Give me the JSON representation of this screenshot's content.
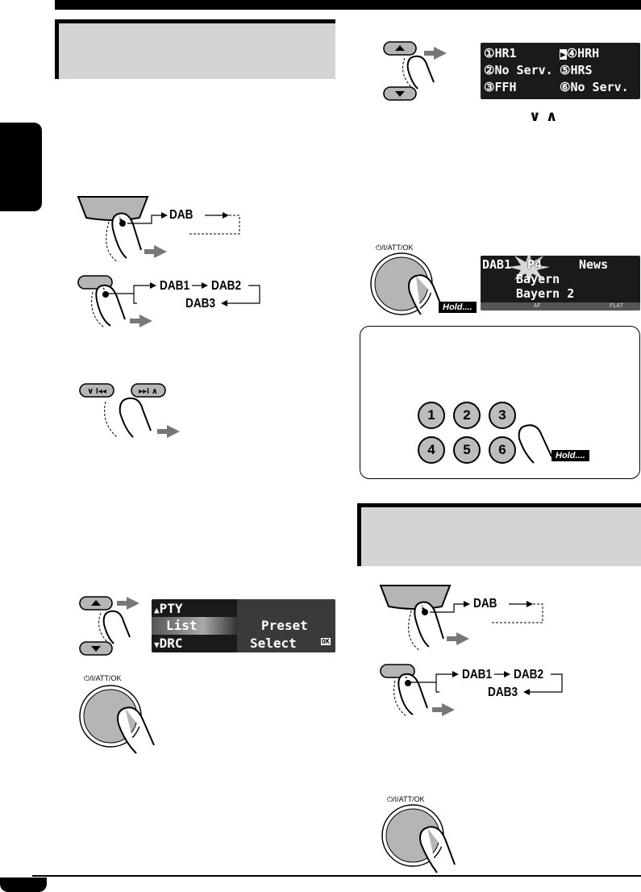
{
  "labels": {
    "dab": "DAB",
    "dab1": "DAB1",
    "dab2": "DAB2",
    "dab3": "DAB3",
    "knob": "⏻/I/ATT/OK",
    "hold": "Hold...."
  },
  "preset_display": {
    "items": [
      "①HR1",
      "④HRH",
      "②No Serv.",
      "⑤HRS",
      "③FFH",
      "⑥No Serv."
    ]
  },
  "station_display": {
    "ensemble": "DAB1",
    "preset": "P4",
    "pty": "News",
    "line2": "Bayern",
    "line3": "Bayern 2",
    "softkey_left": "AF",
    "softkey_right": "FLAT"
  },
  "menu_display": {
    "row1": "PTY",
    "row2_left": "List",
    "row2_right": "Preset",
    "row3_left": "DRC",
    "row3_right": "Select",
    "ok": "OK"
  },
  "number_buttons": [
    "1",
    "2",
    "3",
    "4",
    "5",
    "6"
  ],
  "chevrons": "∨ ∧"
}
